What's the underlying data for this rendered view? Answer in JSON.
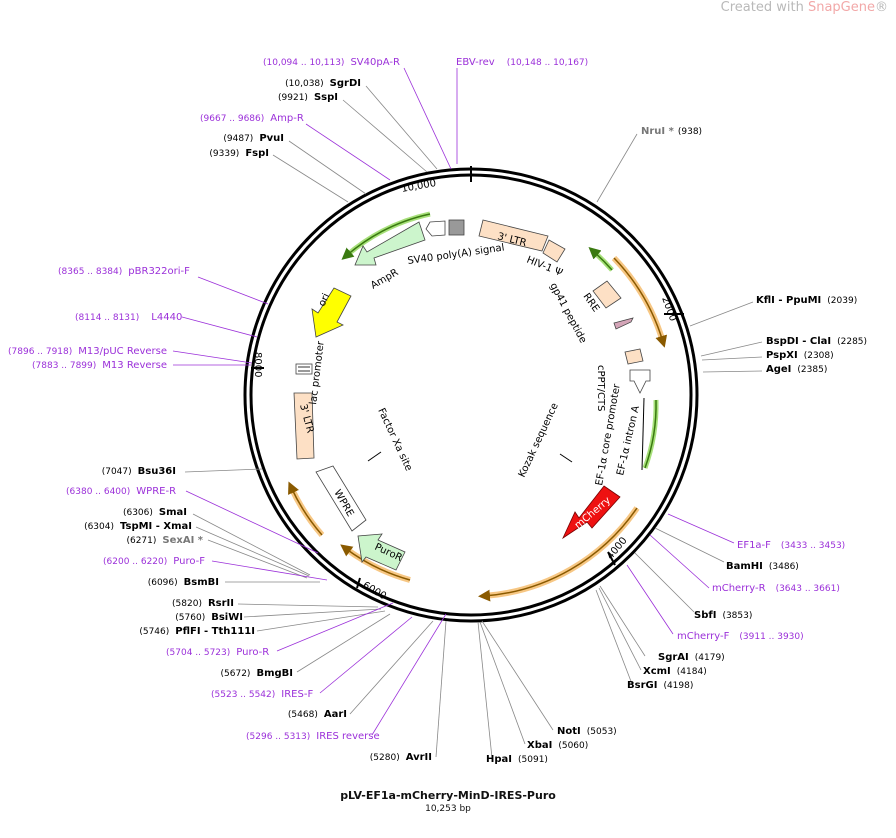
{
  "header": {
    "watermark_prefix": "Created with ",
    "watermark_brand": "SnapGene",
    "watermark_suffix": "®"
  },
  "plasmid": {
    "name": "pLV-EF1a-mCherry-MinD-IRES-Puro",
    "size_label": "10,253 bp",
    "length": 10253,
    "ticks": [
      {
        "pos": 2000,
        "label": "2000"
      },
      {
        "pos": 4000,
        "label": "4000"
      },
      {
        "pos": 6000,
        "label": "6000"
      },
      {
        "pos": 8000,
        "label": "8000"
      },
      {
        "pos": 10000,
        "label": "10,000"
      }
    ]
  },
  "features": [
    {
      "label": "3' LTR",
      "type": "ltr",
      "color": "#fde0c5"
    },
    {
      "label": "HIV-1 Ψ",
      "type": "box",
      "color": "#fde0c5"
    },
    {
      "label": "RRE",
      "type": "box",
      "color": "#fde0c5"
    },
    {
      "label": "gp41 peptide",
      "type": "arrow",
      "color": "#d4a5b8"
    },
    {
      "label": "cPPT/CTS",
      "type": "box",
      "color": "#fde0c5"
    },
    {
      "label": "EF-1α core promoter",
      "type": "arrow",
      "color": "#ffffff"
    },
    {
      "label": "EF-1α intron A",
      "type": "intron",
      "color": "#ffffff"
    },
    {
      "label": "Kozak sequence",
      "type": "site",
      "color": "#000000"
    },
    {
      "label": "mCherry",
      "type": "arrow",
      "color": "#ee1111"
    },
    {
      "label": "PuroR",
      "type": "arrow",
      "color": "#ccf5cc"
    },
    {
      "label": "WPRE",
      "type": "box",
      "color": "#ffffff"
    },
    {
      "label": "Factor Xa site",
      "type": "site",
      "color": "#000000"
    },
    {
      "label": "3' LTR",
      "type": "ltr",
      "color": "#fde0c5"
    },
    {
      "label": "lac promoter",
      "type": "promoter",
      "color": "#ffffff"
    },
    {
      "label": "ori",
      "type": "arrow",
      "color": "#ffff00"
    },
    {
      "label": "AmpR",
      "type": "arrow",
      "color": "#ccf5cc"
    },
    {
      "label": "SV40 poly(A) signal",
      "type": "box",
      "color": "#888888"
    }
  ],
  "enzymes_right": [
    {
      "name": "NruI *",
      "pos": "(938)",
      "gray": true
    },
    {
      "name": "KflI  -  PpuMI",
      "pos": "(2039)"
    },
    {
      "name": "BspDI  -  ClaI",
      "pos": "(2285)"
    },
    {
      "name": "PspXI",
      "pos": "(2308)"
    },
    {
      "name": "AgeI",
      "pos": "(2385)"
    },
    {
      "name": "BamHI",
      "pos": "(3486)"
    },
    {
      "name": "SbfI",
      "pos": "(3853)"
    },
    {
      "name": "SgrAI",
      "pos": "(4179)"
    },
    {
      "name": "XcmI",
      "pos": "(4184)"
    },
    {
      "name": "BsrGI",
      "pos": "(4198)"
    },
    {
      "name": "NotI",
      "pos": "(5053)"
    },
    {
      "name": "XbaI",
      "pos": "(5060)"
    },
    {
      "name": "HpaI",
      "pos": "(5091)"
    }
  ],
  "enzymes_left": [
    {
      "name": "SgrDI",
      "pos": "(10,038)"
    },
    {
      "name": "SspI",
      "pos": "(9921)"
    },
    {
      "name": "PvuI",
      "pos": "(9487)"
    },
    {
      "name": "FspI",
      "pos": "(9339)"
    },
    {
      "name": "Bsu36I",
      "pos": "(7047)"
    },
    {
      "name": "SmaI",
      "pos": "(6306)"
    },
    {
      "name": "TspMI  -  XmaI",
      "pos": "(6304)"
    },
    {
      "name": "SexAI *",
      "pos": "(6271)",
      "gray": true
    },
    {
      "name": "BsmBI",
      "pos": "(6096)"
    },
    {
      "name": "RsrII",
      "pos": "(5820)"
    },
    {
      "name": "BsiWI",
      "pos": "(5760)"
    },
    {
      "name": "PflFI  -  Tth111I",
      "pos": "(5746)"
    },
    {
      "name": "BmgBI",
      "pos": "(5672)"
    },
    {
      "name": "AarI",
      "pos": "(5468)"
    },
    {
      "name": "AvrII",
      "pos": "(5280)"
    }
  ],
  "primers": [
    {
      "name": "SV40pA-R",
      "range": "(10,094 .. 10,113)"
    },
    {
      "name": "EBV-rev",
      "range": "(10,148 .. 10,167)"
    },
    {
      "name": "Amp-R",
      "range": "(9667 .. 9686)"
    },
    {
      "name": "pBR322ori-F",
      "range": "(8365 .. 8384)"
    },
    {
      "name": "L4440",
      "range": "(8114 .. 8131)"
    },
    {
      "name": "M13/pUC Reverse",
      "range": "(7896 .. 7918)"
    },
    {
      "name": "M13 Reverse",
      "range": "(7883 .. 7899)"
    },
    {
      "name": "WPRE-R",
      "range": "(6380 .. 6400)"
    },
    {
      "name": "Puro-F",
      "range": "(6200 .. 6220)"
    },
    {
      "name": "Puro-R",
      "range": "(5704 .. 5723)"
    },
    {
      "name": "IRES-F",
      "range": "(5523 .. 5542)"
    },
    {
      "name": "IRES reverse",
      "range": "(5296 .. 5313)"
    },
    {
      "name": "EF1a-F",
      "range": "(3433 .. 3453)"
    },
    {
      "name": "mCherry-R",
      "range": "(3643 .. 3661)"
    },
    {
      "name": "mCherry-F",
      "range": "(3911 .. 3930)"
    }
  ],
  "colors": {
    "enzyme": "#000000",
    "enzyme_gray": "#777777",
    "primer": "#9b30d9",
    "backbone": "#000000",
    "orf_highlight": "#f7c784"
  }
}
